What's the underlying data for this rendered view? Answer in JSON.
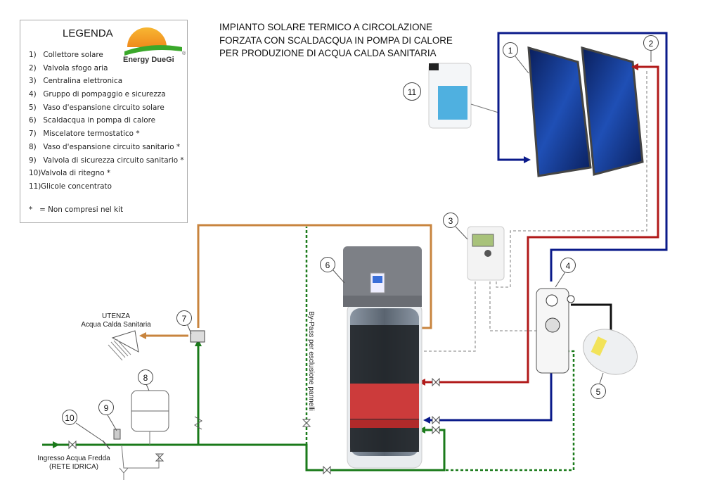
{
  "title": [
    "IMPIANTO SOLARE TERMICO A CIRCOLAZIONE",
    "FORZATA CON SCALDACQUA IN POMPA DI CALORE",
    "PER PRODUZIONE DI ACQUA CALDA SANITARIA"
  ],
  "legend": {
    "title": "LEGENDA",
    "items": [
      {
        "n": "1)",
        "label": "Collettore solare"
      },
      {
        "n": "2)",
        "label": "Valvola sfogo aria"
      },
      {
        "n": "3)",
        "label": "Centralina elettronica"
      },
      {
        "n": "4)",
        "label": "Gruppo di pompaggio e sicurezza"
      },
      {
        "n": "5)",
        "label": "Vaso d'espansione circuito solare"
      },
      {
        "n": "6)",
        "label": "Scaldacqua in pompa di calore"
      },
      {
        "n": "7)",
        "label": "Miscelatore termostatico *"
      },
      {
        "n": "8)",
        "label": "Vaso d'espansione circuito sanitario *"
      },
      {
        "n": "9)",
        "label": "Valvola di sicurezza circuito sanitario *"
      },
      {
        "n": "10)",
        "label": "Valvola di ritegno *"
      },
      {
        "n": "11)",
        "label": "Glicole concentrato"
      }
    ],
    "note": "*   = Non compresi nel kit"
  },
  "logo": {
    "text": "Energy DueGi",
    "mark": "®"
  },
  "labels": {
    "utenza": "UTENZA",
    "acs": "Acqua Calda Sanitaria",
    "inlet": "Ingresso Acqua Fredda",
    "inlet2": "(RETE IDRICA)",
    "bypass": "By-Pass per esclusione pannelli"
  },
  "callouts": [
    "1",
    "2",
    "3",
    "4",
    "5",
    "6",
    "7",
    "8",
    "9",
    "10",
    "11"
  ],
  "colors": {
    "hot": "#b11a1a",
    "cold_solar": "#0a1a8a",
    "sanitary": "#1a7a1a",
    "hot_sanitary": "#c8843e",
    "signal": "#999999"
  }
}
